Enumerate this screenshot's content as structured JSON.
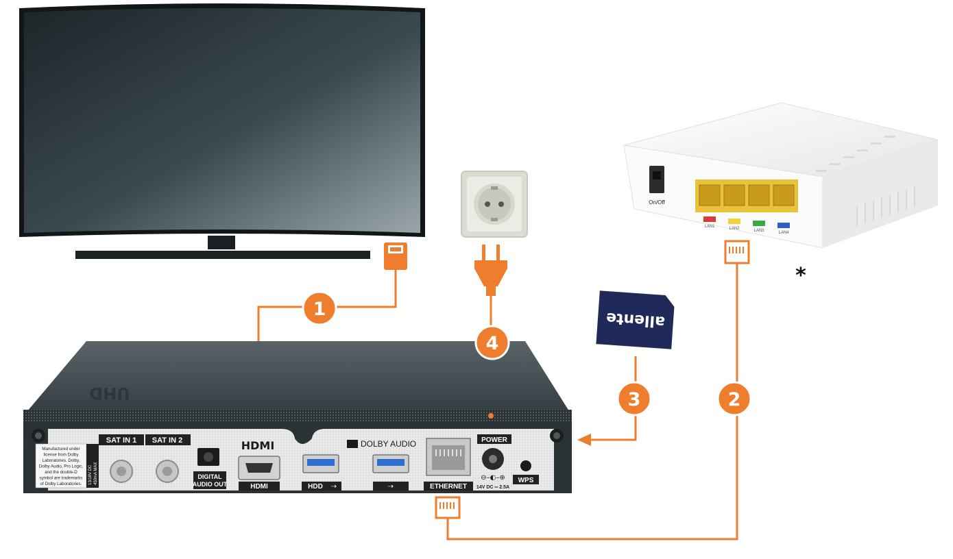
{
  "colors": {
    "cable": "#ee7d2e",
    "badge": "#ee7d2e",
    "tv_screen": "#2f3a3e",
    "stb_body": "#3a4449",
    "router_body": "#f4f4f4",
    "card": "#1f2a5a"
  },
  "steps": [
    {
      "number": "1"
    },
    {
      "number": "2"
    },
    {
      "number": "3"
    },
    {
      "number": "4"
    }
  ],
  "footnote_marker": "*",
  "tv": {
    "name": "television"
  },
  "stb": {
    "top_logo": "UHD",
    "ports": {
      "sat_in_1": "SAT IN 1",
      "sat_in_2": "SAT IN 2",
      "digital_audio_out_1": "DIGITAL",
      "digital_audio_out_2": "AUDIO OUT",
      "hdmi_logo": "HDMI",
      "hdmi": "HDMI",
      "hdd": "HDD",
      "dolby": "DOLBY AUDIO",
      "ethernet": "ETHERNET",
      "power": "POWER",
      "power_spec": "14V DC ═ 2.5A",
      "wps": "WPS",
      "lnb_spec_1": "13/18V DC",
      "lnb_spec_2": "450mA MAX"
    },
    "license_text": [
      "Manufactured under",
      "license from Dolby",
      "Laboratories. Dolby,",
      "Dolby Audio, Pro Logic,",
      "and the double-D",
      "symbol are trademarks",
      "of Dolby Laboratories."
    ]
  },
  "card": {
    "brand": "allente"
  },
  "router": {
    "onoff": "On/Off",
    "lan_ports": [
      {
        "label": "LAN1",
        "color": "#d93b3b"
      },
      {
        "label": "LAN2",
        "color": "#f2d13a"
      },
      {
        "label": "LAN3",
        "color": "#3aa84a"
      },
      {
        "label": "LAN4",
        "color": "#2f5fc7"
      }
    ]
  }
}
